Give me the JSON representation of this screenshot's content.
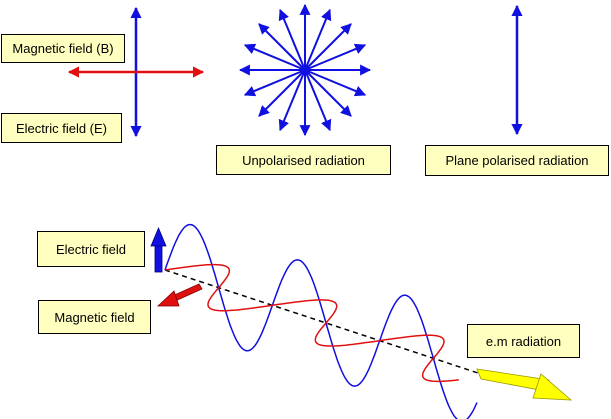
{
  "labels": {
    "magnetic_field_b": "Magnetic field (B)",
    "electric_field_e": "Electric field (E)",
    "unpolarised": "Unpolarised radiation",
    "plane_polarised": "Plane polarised radiation",
    "electric_field": "Electric field",
    "magnetic_field": "Magnetic field",
    "em_radiation": "e.m radiation"
  },
  "colors": {
    "electric": "#1010e0",
    "magnetic": "#e01010",
    "direction": "#ffff00",
    "direction_outline": "#999900",
    "label_bg": "#ffffc0"
  }
}
